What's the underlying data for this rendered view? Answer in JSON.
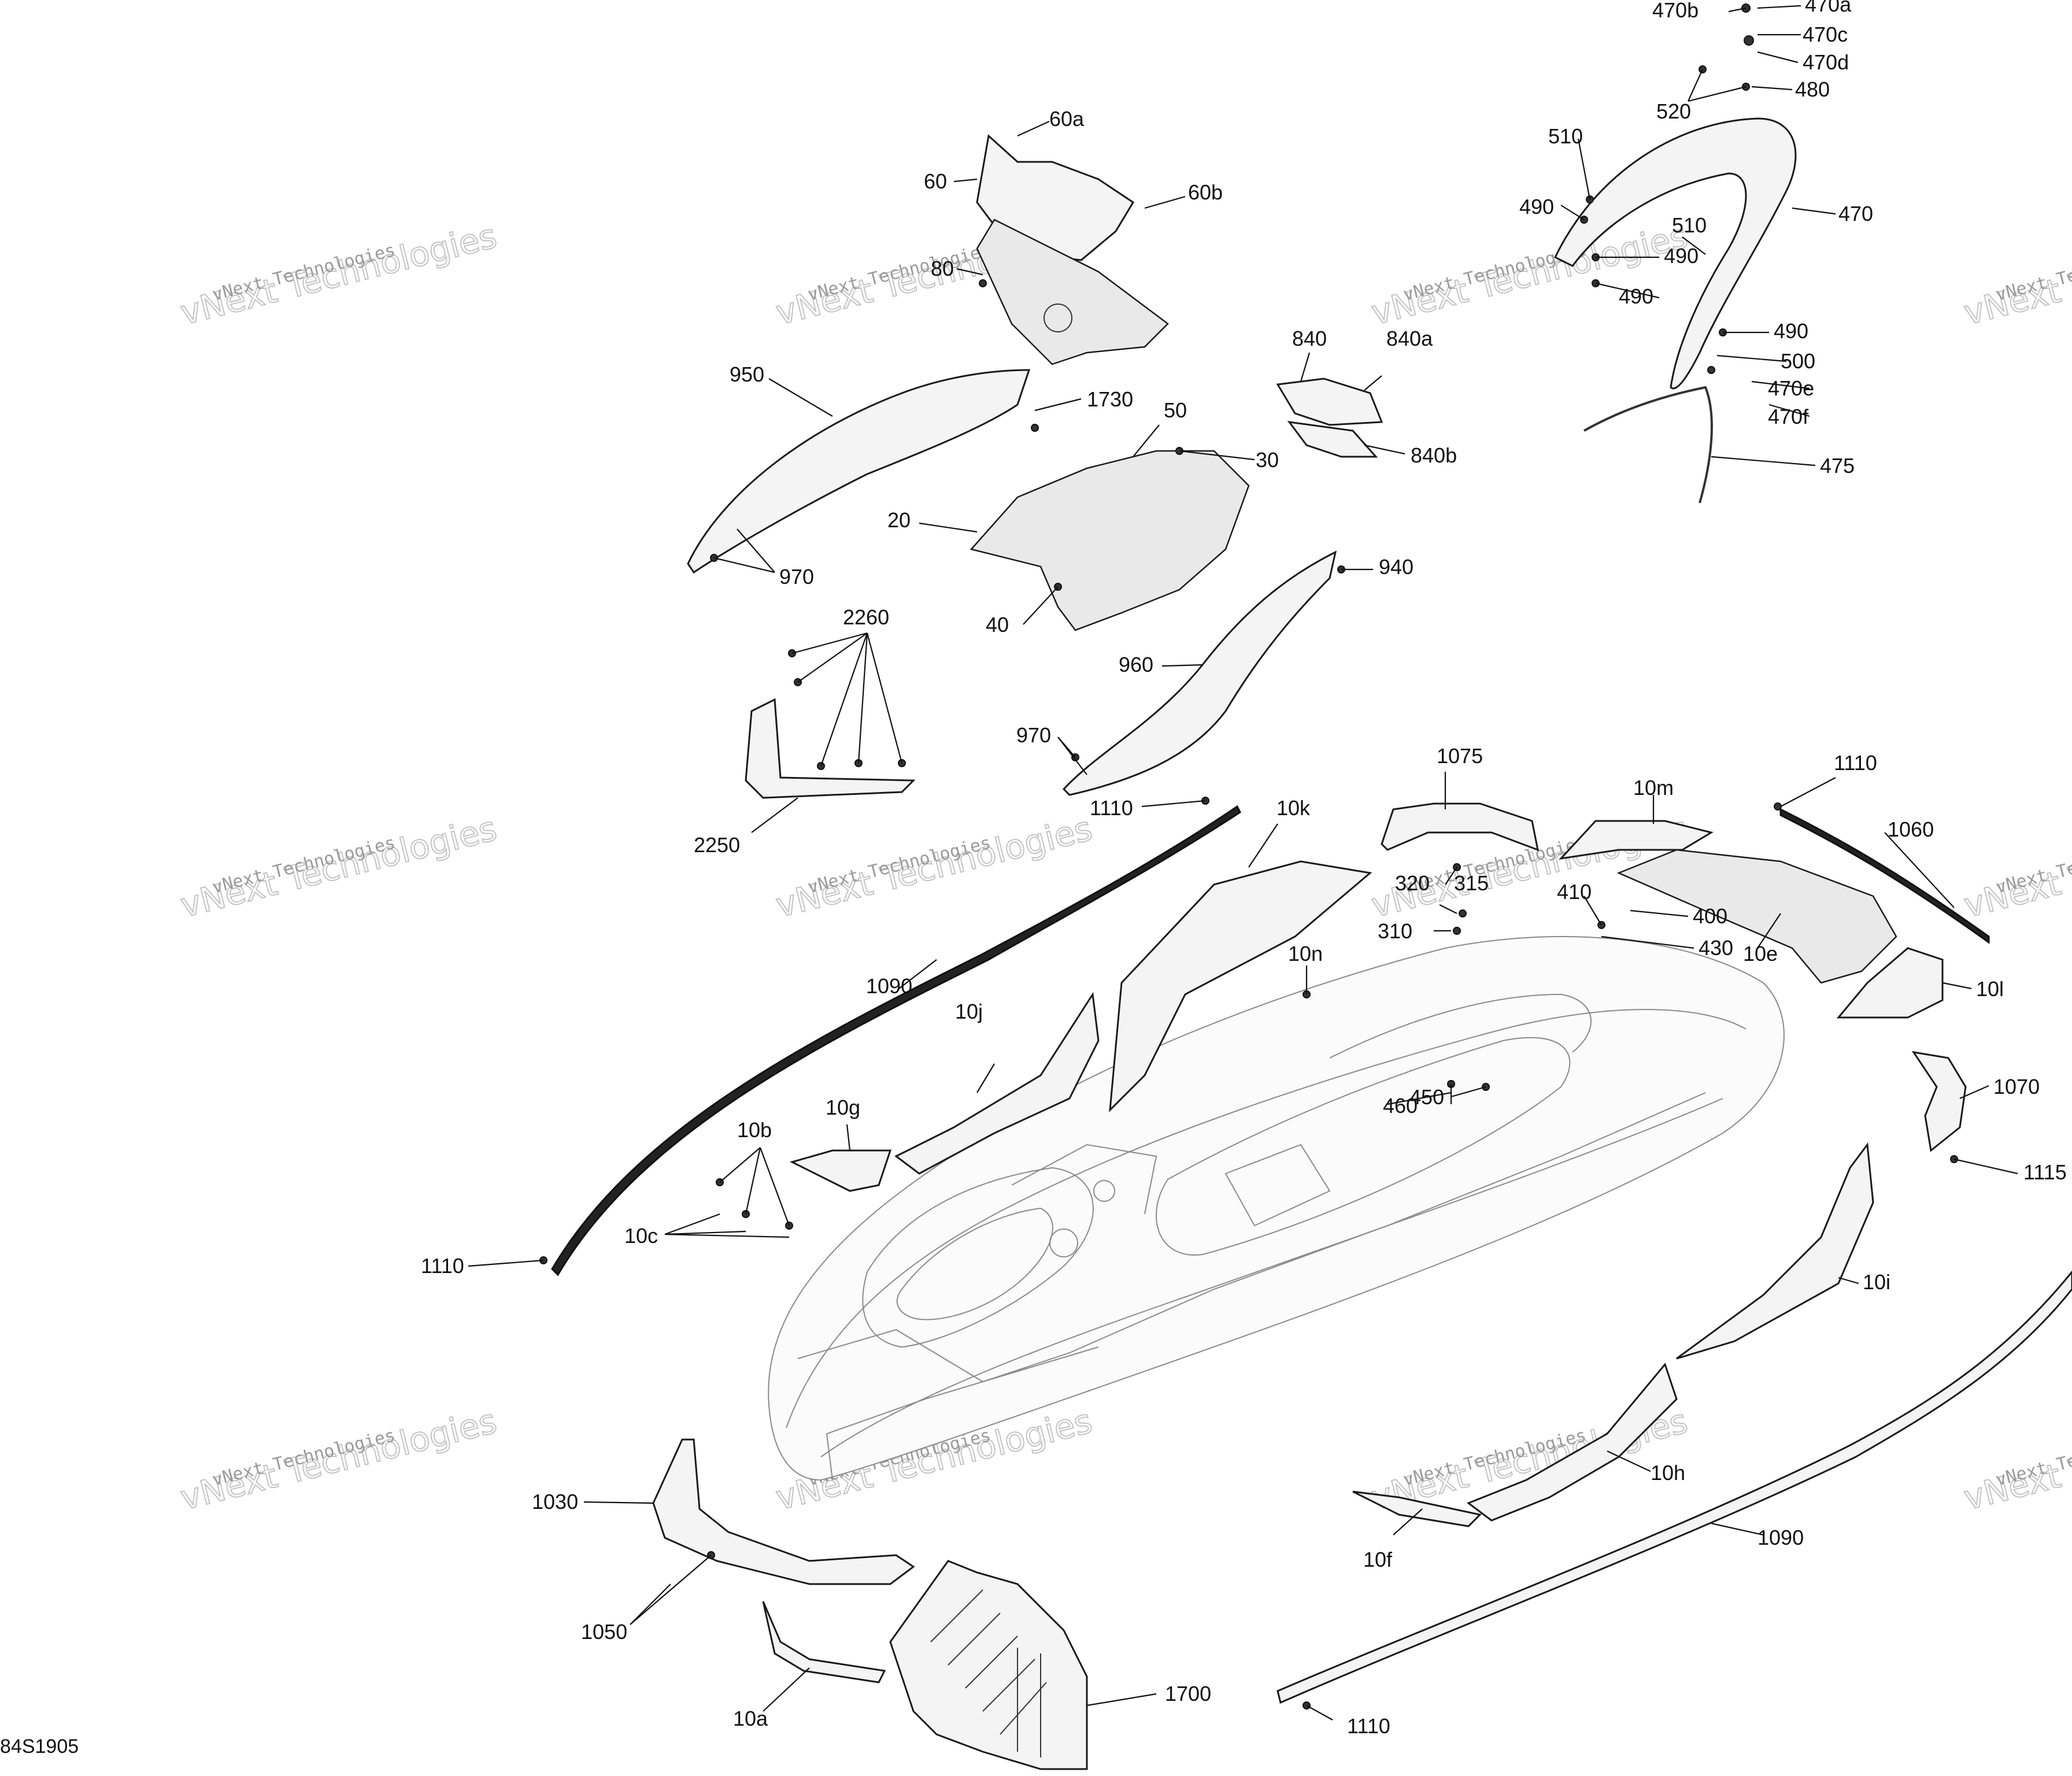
{
  "diagram": {
    "code": "84S1905",
    "watermark": {
      "line1": "vNext Technologies",
      "line2": "vNext Technologies"
    },
    "labels": [
      "470b",
      "470a",
      "470c",
      "470d",
      "480",
      "520",
      "510",
      "490",
      "470",
      "510",
      "490",
      "490",
      "490",
      "500",
      "470e",
      "470f",
      "475",
      "60a",
      "60",
      "60b",
      "80",
      "950",
      "1730",
      "50",
      "30",
      "20",
      "40",
      "970",
      "840",
      "840a",
      "840b",
      "940",
      "960",
      "970",
      "2260",
      "2250",
      "1110",
      "1075",
      "10m",
      "1110",
      "1060",
      "10k",
      "320",
      "315",
      "310",
      "410",
      "400",
      "430",
      "10e",
      "10l",
      "10n",
      "1090",
      "10j",
      "10g",
      "10b",
      "10c",
      "1110",
      "450",
      "460",
      "1070",
      "1115",
      "10i",
      "1030",
      "1050",
      "10a",
      "1700",
      "10h",
      "10f",
      "1090",
      "1110"
    ]
  }
}
